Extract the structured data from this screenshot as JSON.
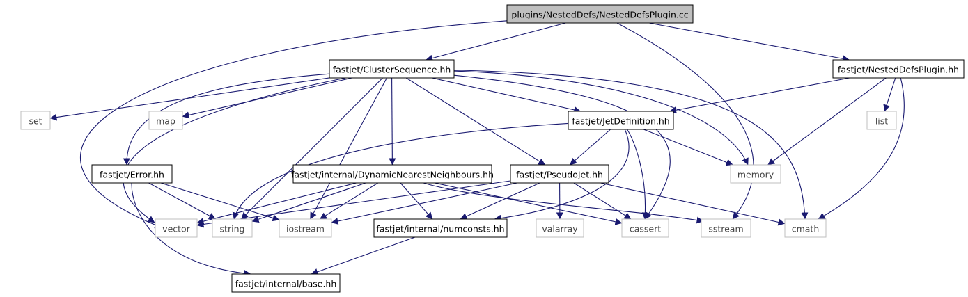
{
  "diagram": {
    "title": "plugins/NestedDefs/NestedDefsPlugin.cc",
    "colors": {
      "edge": "#191970",
      "root_fill": "#bfbfbf",
      "header_border": "#000000",
      "system_border": "#bfbfbf",
      "system_text": "#444444",
      "text": "#000000"
    },
    "nodes": [
      {
        "id": "root",
        "label": "plugins/NestedDefs/NestedDefsPlugin.cc",
        "kind": "root"
      },
      {
        "id": "clusterseq",
        "label": "fastjet/ClusterSequence.hh",
        "kind": "header"
      },
      {
        "id": "nesteddefs",
        "label": "fastjet/NestedDefsPlugin.hh",
        "kind": "header"
      },
      {
        "id": "set",
        "label": "set",
        "kind": "system"
      },
      {
        "id": "map",
        "label": "map",
        "kind": "system"
      },
      {
        "id": "jetdef",
        "label": "fastjet/JetDefinition.hh",
        "kind": "header"
      },
      {
        "id": "list",
        "label": "list",
        "kind": "system"
      },
      {
        "id": "error",
        "label": "fastjet/Error.hh",
        "kind": "header"
      },
      {
        "id": "dnn",
        "label": "fastjet/internal/DynamicNearestNeighbours.hh",
        "kind": "header"
      },
      {
        "id": "pseudojet",
        "label": "fastjet/PseudoJet.hh",
        "kind": "header"
      },
      {
        "id": "memory",
        "label": "memory",
        "kind": "system"
      },
      {
        "id": "vector",
        "label": "vector",
        "kind": "system"
      },
      {
        "id": "string",
        "label": "string",
        "kind": "system"
      },
      {
        "id": "iostream",
        "label": "iostream",
        "kind": "system"
      },
      {
        "id": "numconsts",
        "label": "fastjet/internal/numconsts.hh",
        "kind": "header"
      },
      {
        "id": "valarray",
        "label": "valarray",
        "kind": "system"
      },
      {
        "id": "cassert",
        "label": "cassert",
        "kind": "system"
      },
      {
        "id": "sstream",
        "label": "sstream",
        "kind": "system"
      },
      {
        "id": "cmath",
        "label": "cmath",
        "kind": "system"
      },
      {
        "id": "base",
        "label": "fastjet/internal/base.hh",
        "kind": "header"
      }
    ],
    "edges": [
      {
        "from": "root",
        "to": "clusterseq"
      },
      {
        "from": "root",
        "to": "nesteddefs"
      },
      {
        "from": "root",
        "to": "vector"
      },
      {
        "from": "root",
        "to": "sstream"
      },
      {
        "from": "clusterseq",
        "to": "set"
      },
      {
        "from": "clusterseq",
        "to": "map"
      },
      {
        "from": "clusterseq",
        "to": "error"
      },
      {
        "from": "clusterseq",
        "to": "vector"
      },
      {
        "from": "clusterseq",
        "to": "string"
      },
      {
        "from": "clusterseq",
        "to": "iostream"
      },
      {
        "from": "clusterseq",
        "to": "dnn"
      },
      {
        "from": "clusterseq",
        "to": "pseudojet"
      },
      {
        "from": "clusterseq",
        "to": "jetdef"
      },
      {
        "from": "clusterseq",
        "to": "cassert"
      },
      {
        "from": "clusterseq",
        "to": "memory"
      },
      {
        "from": "clusterseq",
        "to": "cmath"
      },
      {
        "from": "nesteddefs",
        "to": "jetdef"
      },
      {
        "from": "nesteddefs",
        "to": "list"
      },
      {
        "from": "nesteddefs",
        "to": "memory"
      },
      {
        "from": "nesteddefs",
        "to": "cmath"
      },
      {
        "from": "jetdef",
        "to": "string"
      },
      {
        "from": "jetdef",
        "to": "pseudojet"
      },
      {
        "from": "jetdef",
        "to": "memory"
      },
      {
        "from": "jetdef",
        "to": "numconsts"
      },
      {
        "from": "jetdef",
        "to": "cassert"
      },
      {
        "from": "error",
        "to": "string"
      },
      {
        "from": "error",
        "to": "iostream"
      },
      {
        "from": "error",
        "to": "base"
      },
      {
        "from": "dnn",
        "to": "vector"
      },
      {
        "from": "dnn",
        "to": "string"
      },
      {
        "from": "dnn",
        "to": "iostream"
      },
      {
        "from": "dnn",
        "to": "numconsts"
      },
      {
        "from": "dnn",
        "to": "cassert"
      },
      {
        "from": "dnn",
        "to": "sstream"
      },
      {
        "from": "pseudojet",
        "to": "vector"
      },
      {
        "from": "pseudojet",
        "to": "iostream"
      },
      {
        "from": "pseudojet",
        "to": "numconsts"
      },
      {
        "from": "pseudojet",
        "to": "valarray"
      },
      {
        "from": "pseudojet",
        "to": "cassert"
      },
      {
        "from": "pseudojet",
        "to": "cmath"
      },
      {
        "from": "numconsts",
        "to": "base"
      }
    ]
  }
}
